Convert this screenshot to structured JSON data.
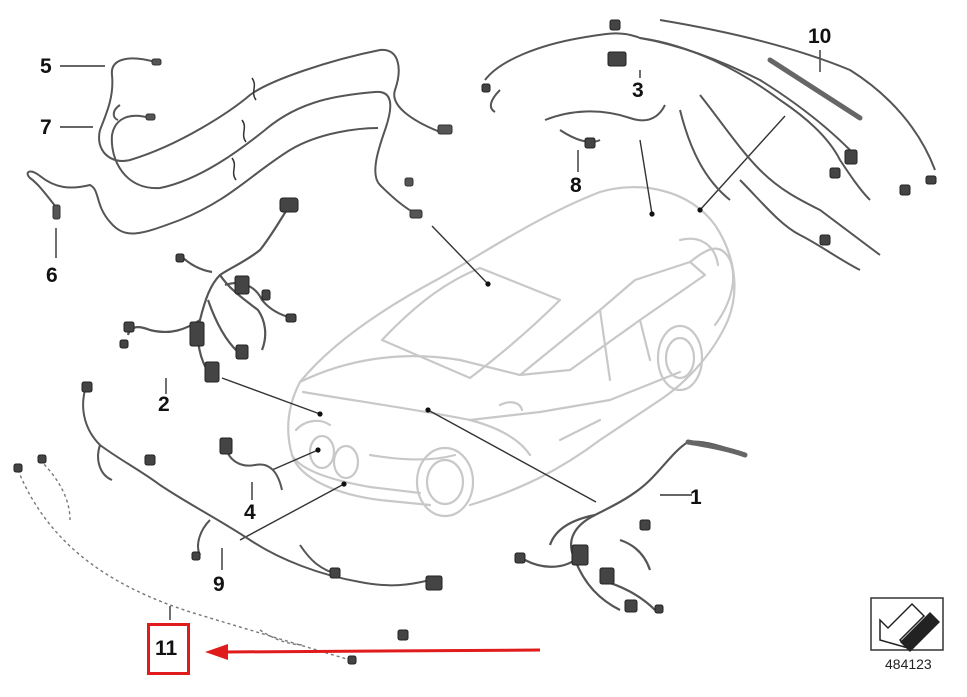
{
  "diagram": {
    "callouts": {
      "c1": "1",
      "c2": "2",
      "c3": "3",
      "c4": "4",
      "c5": "5",
      "c6": "6",
      "c7": "7",
      "c8": "8",
      "c9": "9",
      "c10": "10",
      "c11": "11"
    },
    "reference_number": "484123",
    "highlight_color": "#e01b1b",
    "line_color": "#333333",
    "car_outline_color": "#c8c8c8",
    "wire_color": "#555555"
  }
}
